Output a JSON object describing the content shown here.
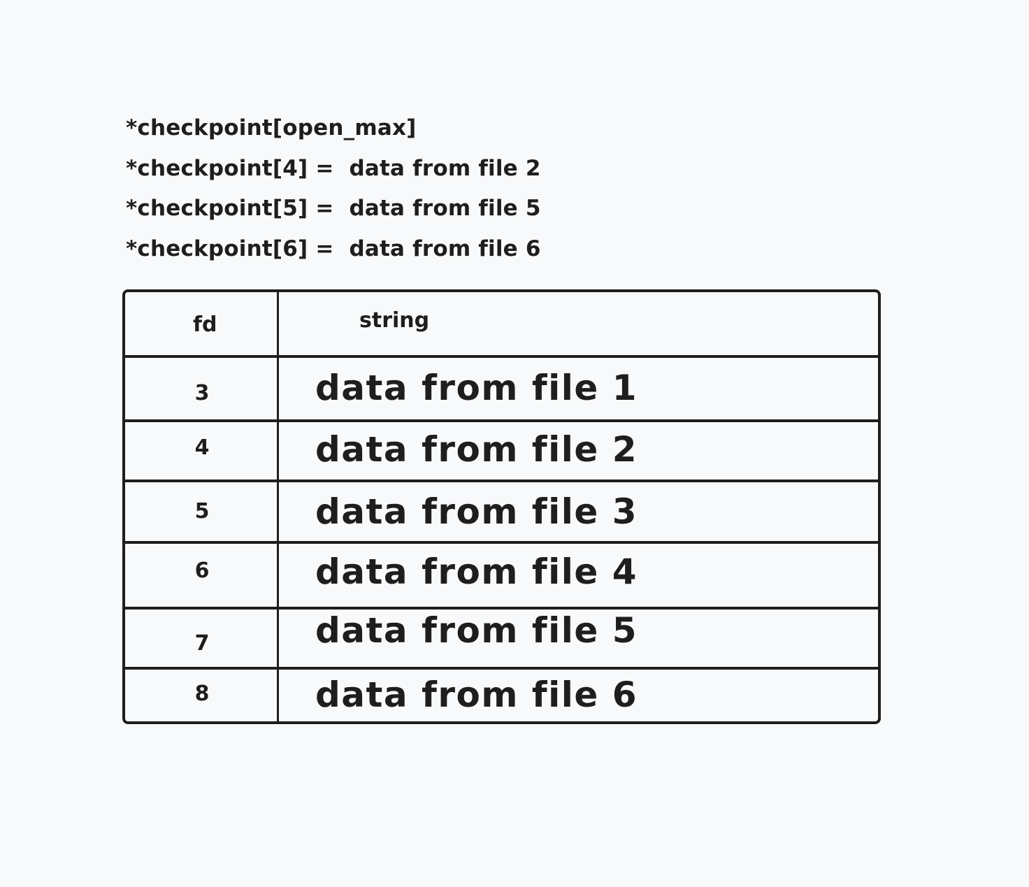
{
  "checkpoint_notes": [
    "*checkpoint[open_max]",
    "*checkpoint[4] =  data from file 2",
    "*checkpoint[5] =  data from file 5",
    "*checkpoint[6] =  data from file 6"
  ],
  "table": {
    "headers": {
      "fd": "fd",
      "string": "string"
    },
    "rows": [
      {
        "fd": "3",
        "string": "data from file 1"
      },
      {
        "fd": "4",
        "string": "data from file 2"
      },
      {
        "fd": "5",
        "string": "data from file 3"
      },
      {
        "fd": "6",
        "string": "data from file 4"
      },
      {
        "fd": "7",
        "string": "data from file 5"
      },
      {
        "fd": "8",
        "string": "data from file 6"
      }
    ]
  }
}
